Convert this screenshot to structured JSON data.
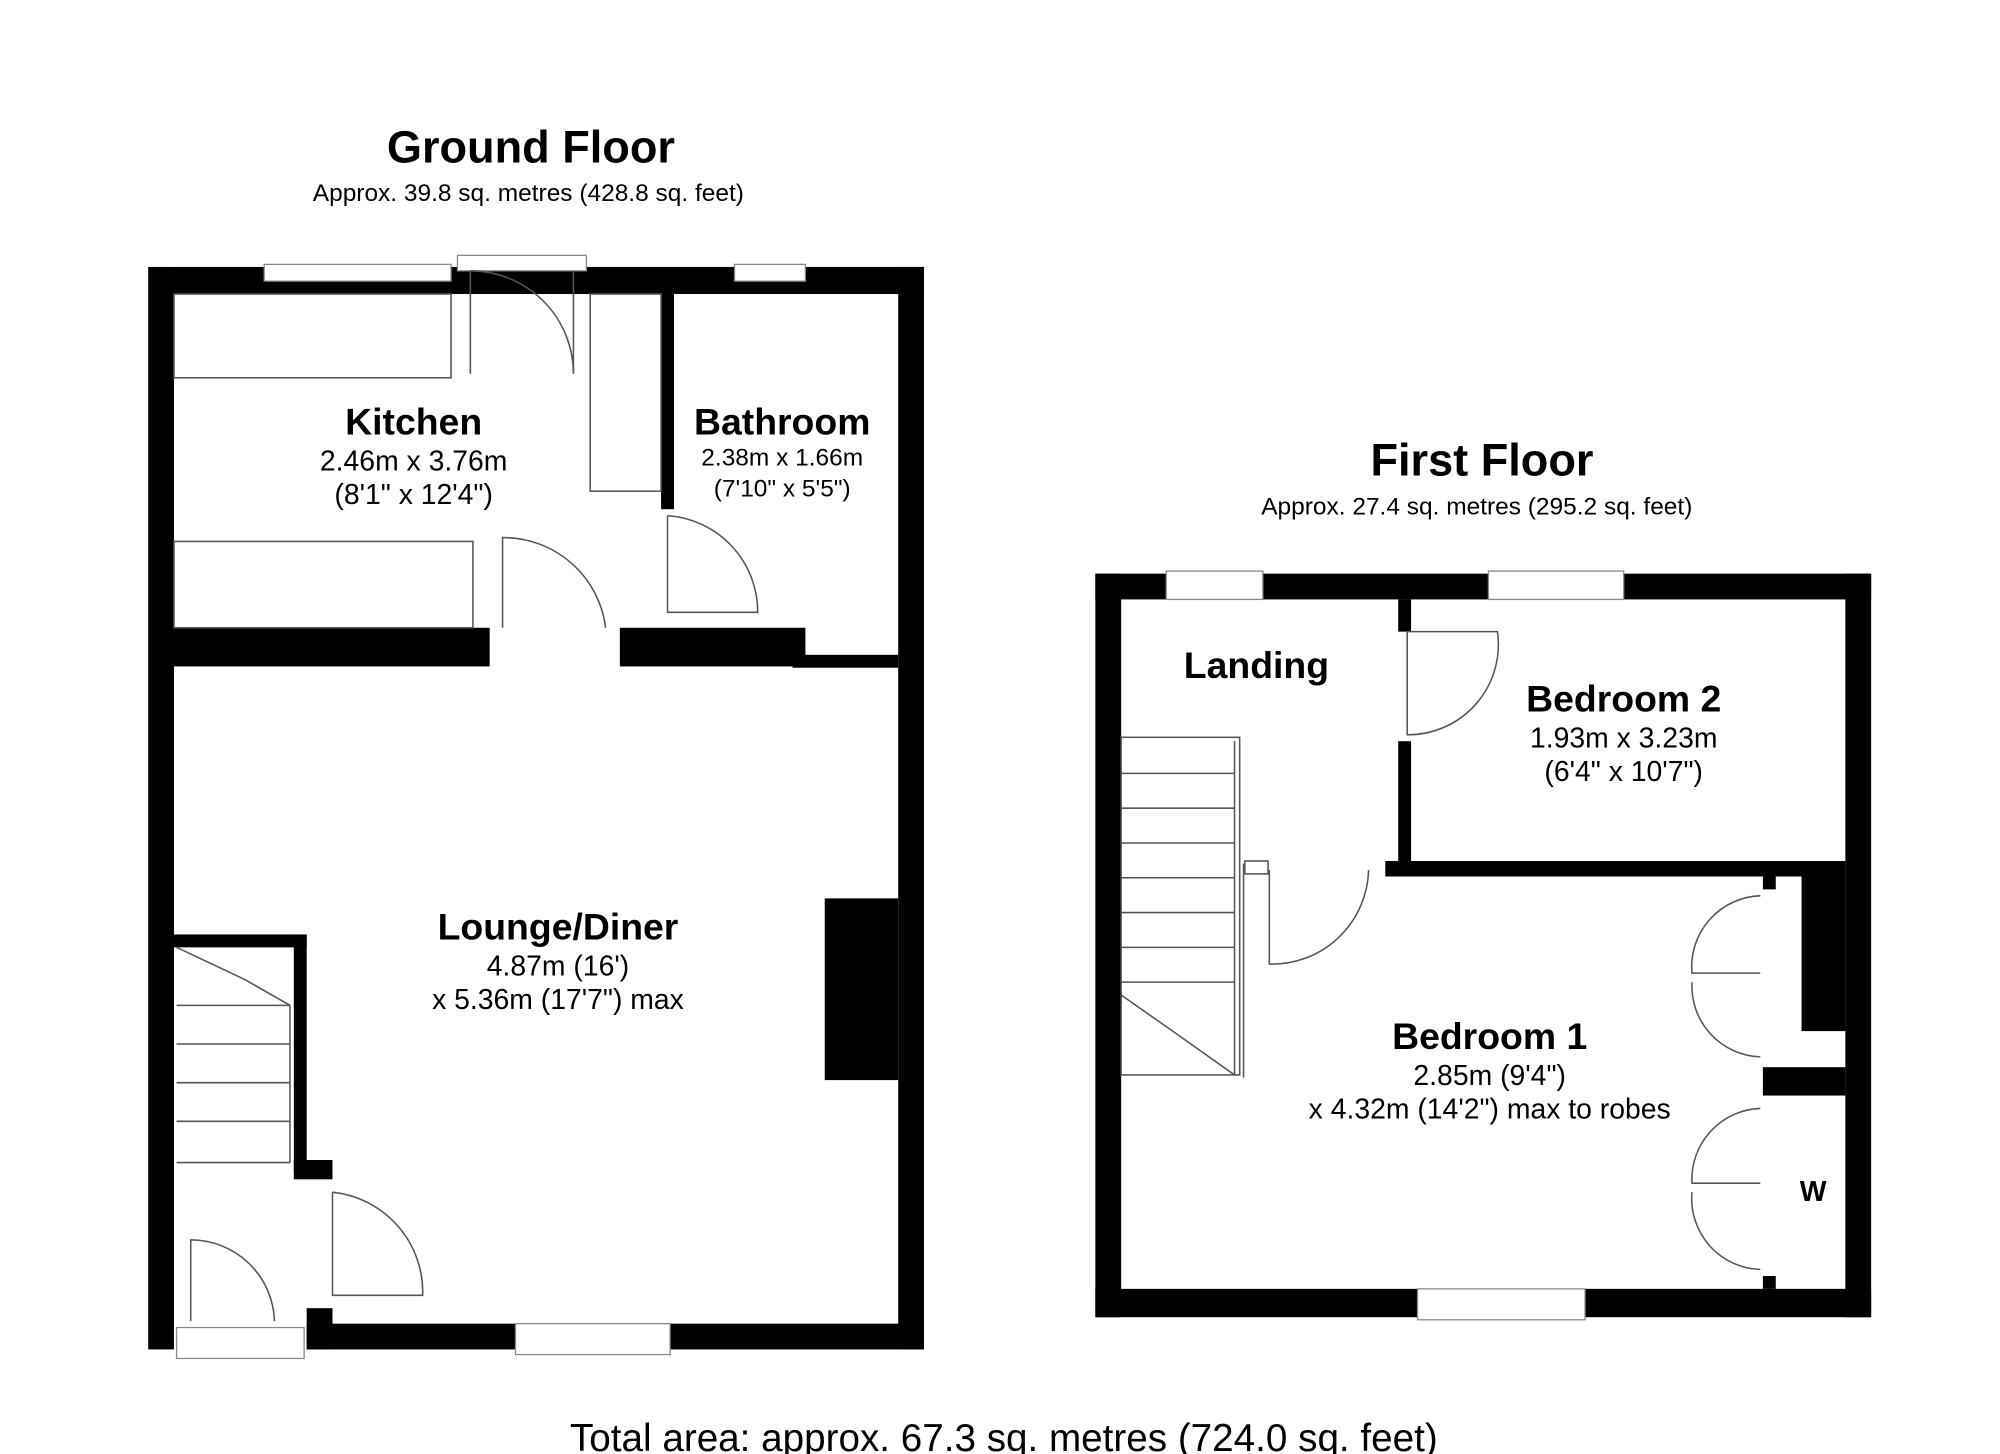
{
  "ground_floor": {
    "title": "Ground Floor",
    "area": "Approx. 39.8 sq. metres (428.8 sq. feet)",
    "rooms": [
      {
        "name": "Kitchen",
        "dim1": "2.46m x 3.76m",
        "dim2": "(8'1\" x 12'4\")"
      },
      {
        "name": "Bathroom",
        "dim1": "2.38m x 1.66m",
        "dim2": "(7'10\" x 5'5\")"
      },
      {
        "name": "Lounge/Diner",
        "dim1": "4.87m (16')",
        "dim2": "x 5.36m (17'7\") max"
      }
    ]
  },
  "first_floor": {
    "title": "First Floor",
    "area": "Approx. 27.4 sq. metres (295.2 sq. feet)",
    "rooms": [
      {
        "name": "Landing"
      },
      {
        "name": "Bedroom 2",
        "dim1": "1.93m x 3.23m",
        "dim2": "(6'4\" x 10'7\")"
      },
      {
        "name": "Bedroom 1",
        "dim1": "2.85m (9'4\")",
        "dim2": "x 4.32m (14'2\") max to robes"
      }
    ],
    "wardrobe_label": "W"
  },
  "total_area": "Total area: approx. 67.3 sq. metres (724.0 sq. feet)"
}
